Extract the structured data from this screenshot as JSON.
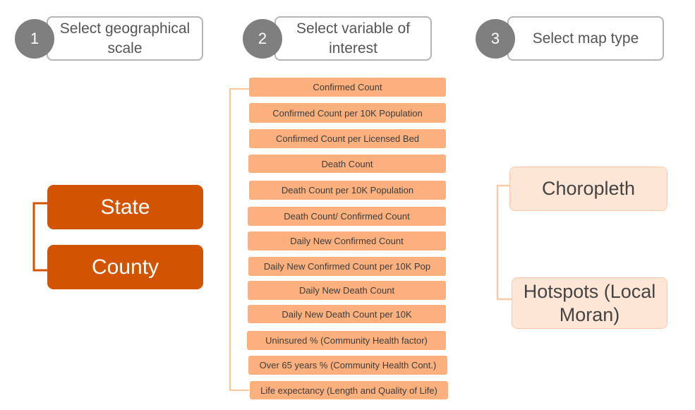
{
  "steps": [
    {
      "number": "1",
      "label": "Select geographical scale"
    },
    {
      "number": "2",
      "label": "Select variable of interest"
    },
    {
      "number": "3",
      "label": "Select map type"
    }
  ],
  "scales": [
    "State",
    "County"
  ],
  "variables": [
    "Confirmed Count",
    "Confirmed Count per 10K Population",
    "Confirmed Count per Licensed Bed",
    "Death Count",
    "Death Count per 10K Population",
    "Death Count/ Confirmed Count",
    "Daily New Confirmed Count",
    "Daily New Confirmed Count per 10K Pop",
    "Daily New Death Count",
    "Daily New Death Count per 10K",
    "Uninsured % (Community Health factor)",
    "Over 65 years % (Community Health Cont.)",
    "Life expectancy (Length and Quality of Life)"
  ],
  "map_types": [
    "Choropleth",
    "Hotspots (Local Moran)"
  ],
  "colors": {
    "step_circle": "#7f7f7f",
    "scale_box": "#d35400",
    "variable_box": "#fbb07e",
    "map_type_box": "#fde6d6",
    "connector_scale": "#d35400",
    "connector_variable": "#f5b27c",
    "connector_map": "#f8caa5"
  }
}
